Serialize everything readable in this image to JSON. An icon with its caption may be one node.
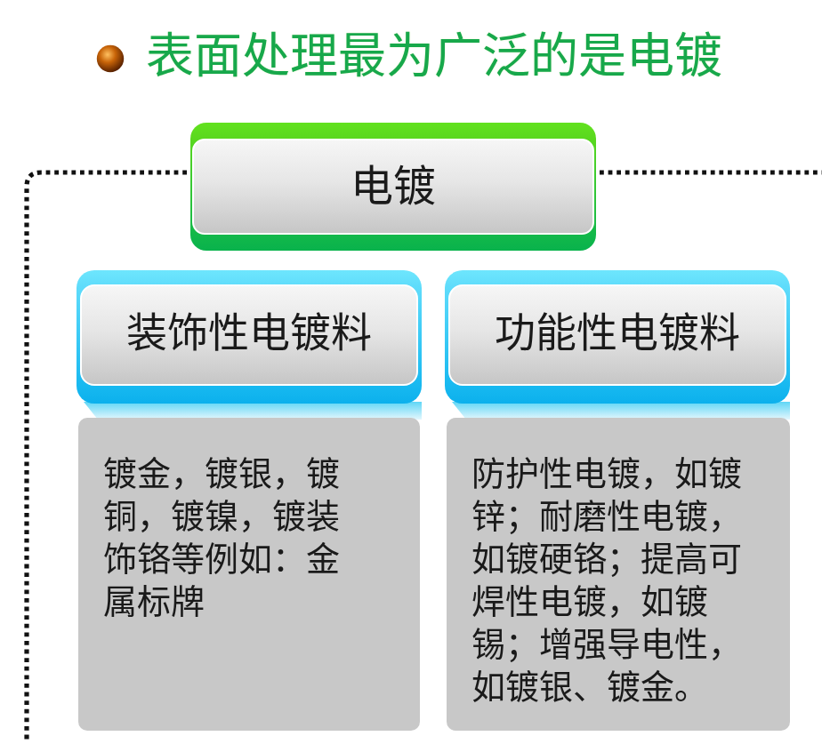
{
  "diagram": {
    "title": "表面处理最为广泛的是电镀",
    "nodes": [
      {
        "text": [
          "电镀"
        ]
      },
      {
        "text": [
          "装饰性电镀料"
        ]
      },
      {
        "text": [
          "镀金，镀银，镀铜，镀镍，镀装饰铬等例如：金属标牌"
        ]
      },
      {
        "text": [
          "功能性电镀料"
        ]
      },
      {
        "text": [
          "防护性电镀，如镀锌；耐磨性电镀，如镀硬铬；提高可焊性电镀，如镀锡；增强导电性，如镀银、镀金。"
        ]
      }
    ]
  }
}
